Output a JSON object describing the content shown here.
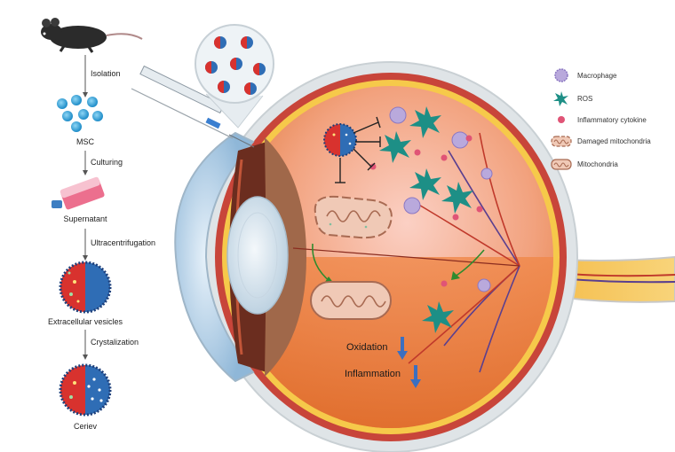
{
  "workflow": {
    "steps": [
      "Isolation",
      "Culturing",
      "Ultracentrifugation",
      "Crystalization"
    ],
    "stages": [
      "MSC",
      "Supernatant",
      "Extracellular vesicles",
      "Ceriev"
    ]
  },
  "legend": [
    {
      "label": "Macrophage",
      "icon": "macrophage-icon"
    },
    {
      "label": "ROS",
      "icon": "ros-icon"
    },
    {
      "label": "Inflammatory cytokine",
      "icon": "cytokine-icon"
    },
    {
      "label": "Damaged mitochondria",
      "icon": "damaged-mitochondria-icon"
    },
    {
      "label": "Mitochondria",
      "icon": "mitochondria-icon"
    }
  ],
  "effects": {
    "oxidation": "Oxidation",
    "inflammation": "Inflammation"
  },
  "colors": {
    "vesicle_red": "#d8322e",
    "vesicle_blue": "#2f6db5",
    "ros_teal": "#1d8f86",
    "cytokine_pink": "#e05476",
    "macrophage_purple": "#b9a9dc",
    "arrow_blue": "#3b6fc0",
    "arrow_green": "#2e8b2e",
    "retina_orange": "#e58a3a"
  }
}
